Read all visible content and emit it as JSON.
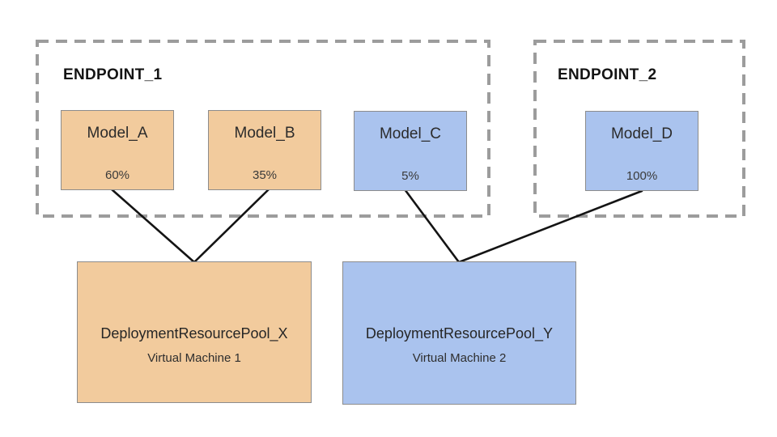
{
  "colors": {
    "tan_fill": "#f2cb9d",
    "blue_fill": "#aac3ee",
    "box_border": "#8c8c8c",
    "dashed_border": "#9c9c9c",
    "connector": "#141414",
    "text": "#1f1f1f"
  },
  "endpoints": [
    {
      "label": "ENDPOINT_1"
    },
    {
      "label": "ENDPOINT_2"
    }
  ],
  "models": [
    {
      "label": "Model_A",
      "traffic_split": "60%",
      "endpoint": "ENDPOINT_1",
      "pool": "DeploymentResourcePool_X"
    },
    {
      "label": "Model_B",
      "traffic_split": "35%",
      "endpoint": "ENDPOINT_1",
      "pool": "DeploymentResourcePool_X"
    },
    {
      "label": "Model_C",
      "traffic_split": "5%",
      "endpoint": "ENDPOINT_1",
      "pool": "DeploymentResourcePool_Y"
    },
    {
      "label": "Model_D",
      "traffic_split": "100%",
      "endpoint": "ENDPOINT_2",
      "pool": "DeploymentResourcePool_Y"
    }
  ],
  "pools": [
    {
      "label": "DeploymentResourcePool_X",
      "machine": "Virtual Machine 1"
    },
    {
      "label": "DeploymentResourcePool_Y",
      "machine": "Virtual Machine 2"
    }
  ]
}
